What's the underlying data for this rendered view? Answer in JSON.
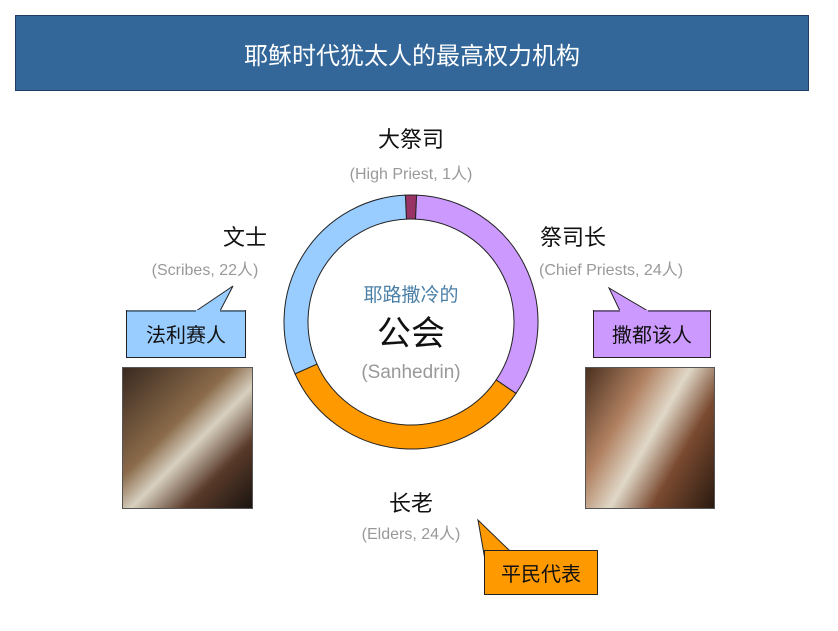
{
  "title": "耶稣时代犹太人的最高权力机构",
  "center": {
    "line1": "耶路撒冷的",
    "line2": "公会",
    "line3": "(Sanhedrin)"
  },
  "groups": [
    {
      "zh": "大祭司",
      "en": "(High Priest, 1人)",
      "count": 1,
      "color": "#993366"
    },
    {
      "zh": "祭司长",
      "en": "(Chief Priests, 24人)",
      "count": 24,
      "color": "#cc99ff"
    },
    {
      "zh": "长老",
      "en": "(Elders, 24人)",
      "count": 24,
      "color": "#ff9900"
    },
    {
      "zh": "文士",
      "en": "(Scribes, 22人)",
      "count": 22,
      "color": "#99ccff"
    }
  ],
  "callouts": {
    "pharisees": "法利赛人",
    "sadducees": "撒都该人",
    "commoners": "平民代表"
  }
}
